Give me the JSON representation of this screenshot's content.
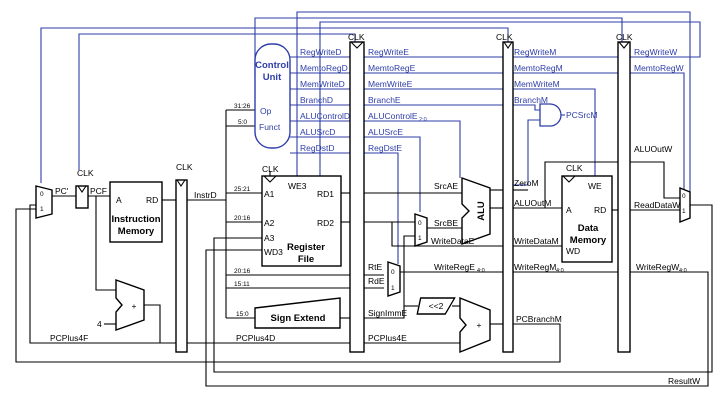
{
  "clk": "CLK",
  "control_unit": {
    "title1": "Control",
    "title2": "Unit",
    "op": "Op",
    "funct": "Funct"
  },
  "instr_bits": {
    "b31_26": "31:26",
    "b5_0": "5:0",
    "b25_21": "25:21",
    "b20_16": "20:16",
    "b20_16b": "20:16",
    "b15_11": "15:11",
    "b15_0": "15:0"
  },
  "signals_d": [
    "RegWriteD",
    "MemtoRegD",
    "MemWriteD",
    "BranchD",
    "ALUControlD",
    "ALUSrcD",
    "RegDstD"
  ],
  "signals_e": [
    "RegWriteE",
    "MemtoRegE",
    "MemWriteE",
    "BranchE",
    "ALUControlE",
    "ALUSrcE",
    "RegDstE"
  ],
  "alucontrol_sub": "2:0",
  "signals_m": [
    "RegWriteM",
    "MemtoRegM",
    "MemWriteM",
    "BranchM"
  ],
  "signals_w": [
    "RegWriteW",
    "MemtoRegW"
  ],
  "pcsrcm": "PCSrcM",
  "pc": {
    "pc_prime": "PC'",
    "pcf": "PCF",
    "instrd": "InstrD",
    "pcplus4f": "PCPlus4F",
    "pcplus4d": "PCPlus4D",
    "pcplus4e": "PCPlus4E",
    "pcbranchm": "PCBranchM",
    "four": "4"
  },
  "imem": {
    "a": "A",
    "rd": "RD",
    "title1": "Instruction",
    "title2": "Memory"
  },
  "regfile": {
    "we3": "WE3",
    "a1": "A1",
    "a2": "A2",
    "a3": "A3",
    "wd3": "WD3",
    "rd1": "RD1",
    "rd2": "RD2",
    "title1": "Register",
    "title2": "File"
  },
  "alu": {
    "label": "ALU",
    "srcae": "SrcAE",
    "srcbe": "SrcBE",
    "writedatae": "WriteDataE",
    "zerom": "ZeroM",
    "aluoutm": "ALUOutM",
    "aluoutw": "ALUOutW"
  },
  "regdst": {
    "rte": "RtE",
    "rde": "RdE",
    "writerege": "WriteRegE",
    "writeregm": "WriteRegM",
    "writeregw": "WriteRegW",
    "sub": "4:0"
  },
  "signext": {
    "label": "Sign Extend",
    "signimme": "SignImmE",
    "shift": "<<2"
  },
  "dmem": {
    "title1": "Data",
    "title2": "Memory",
    "we": "WE",
    "a": "A",
    "rd": "RD",
    "wd": "WD",
    "writedatam": "WriteDataM",
    "readdataw": "ReadDataW"
  },
  "resultw": "ResultW",
  "mux": {
    "zero": "0",
    "one": "1",
    "plus": "+"
  }
}
